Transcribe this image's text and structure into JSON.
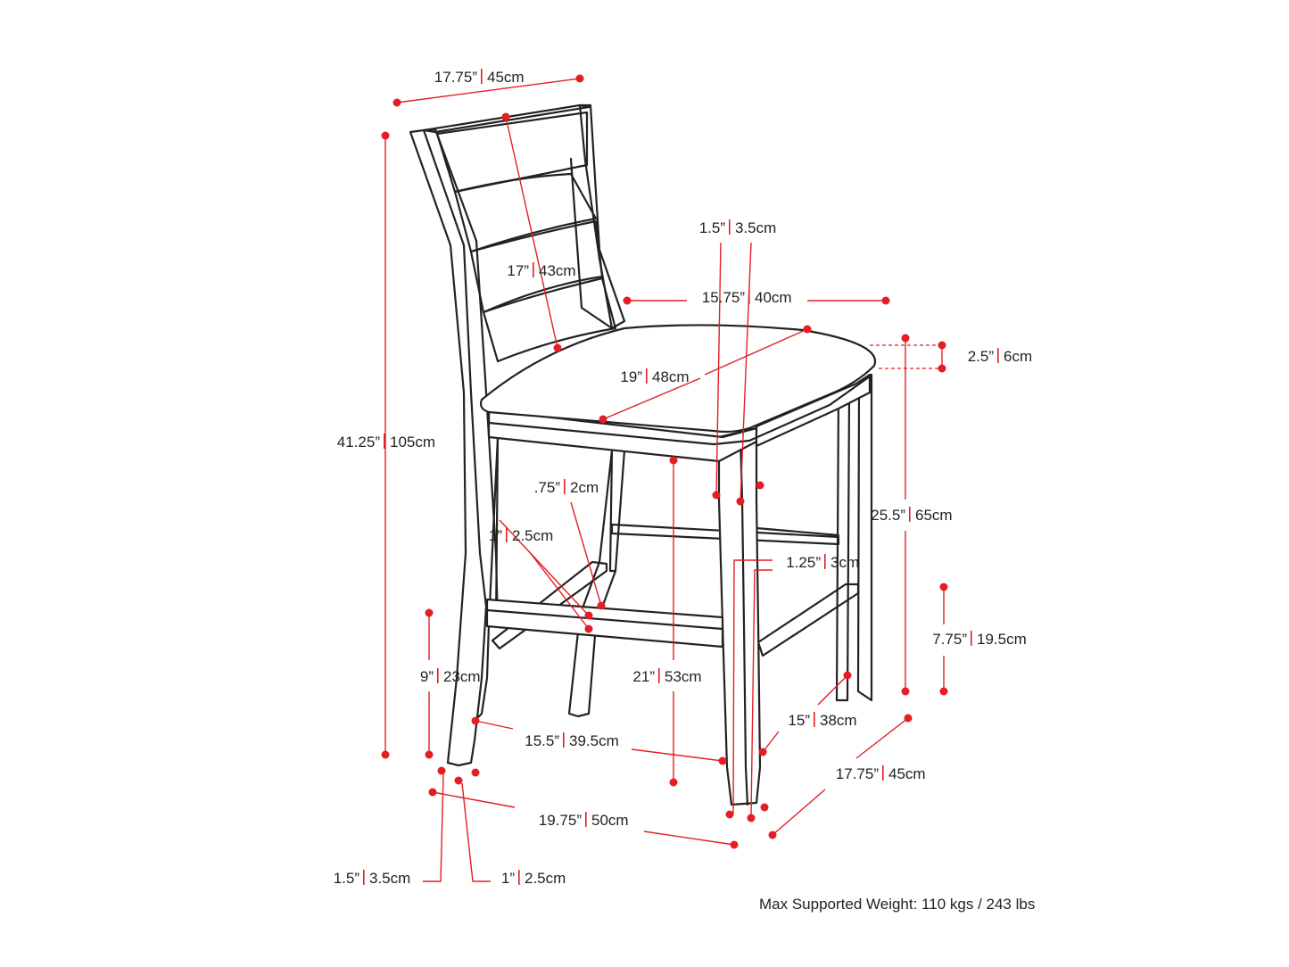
{
  "accent_color": "#e31e24",
  "line_color": "#222222",
  "dimensions": {
    "back_width": {
      "imperial": "17.75”",
      "metric": "45cm"
    },
    "back_height": {
      "imperial": "17”",
      "metric": "43cm"
    },
    "total_height": {
      "imperial": "41.25”",
      "metric": "105cm"
    },
    "leg_width": {
      "imperial": "1.5”",
      "metric": "3.5cm"
    },
    "seat_width": {
      "imperial": "15.75”",
      "metric": "40cm"
    },
    "seat_thickness": {
      "imperial": "2.5”",
      "metric": "6cm"
    },
    "seat_depth": {
      "imperial": "19”",
      "metric": "48cm"
    },
    "rung_thickness": {
      "imperial": ".75”",
      "metric": "2cm"
    },
    "rung_depth": {
      "imperial": "1”",
      "metric": "2.5cm"
    },
    "seat_height": {
      "imperial": "25.5”",
      "metric": "65cm"
    },
    "leg_bottom_width": {
      "imperial": "1.25”",
      "metric": "3cm"
    },
    "side_rung_height": {
      "imperial": "7.75”",
      "metric": "19.5cm"
    },
    "front_rung_height": {
      "imperial": "9”",
      "metric": "23cm"
    },
    "floor_to_seat_frame": {
      "imperial": "21”",
      "metric": "53cm"
    },
    "side_rung_length": {
      "imperial": "15”",
      "metric": "38cm"
    },
    "front_rung_length": {
      "imperial": "15.5”",
      "metric": "39.5cm"
    },
    "base_depth": {
      "imperial": "17.75”",
      "metric": "45cm"
    },
    "base_width": {
      "imperial": "19.75”",
      "metric": "50cm"
    },
    "foot_outer": {
      "imperial": "1.5”",
      "metric": "3.5cm"
    },
    "foot_inner": {
      "imperial": "1”",
      "metric": "2.5cm"
    }
  },
  "footer": {
    "max_weight": "Max Supported Weight: 110 kgs / 243 lbs"
  }
}
